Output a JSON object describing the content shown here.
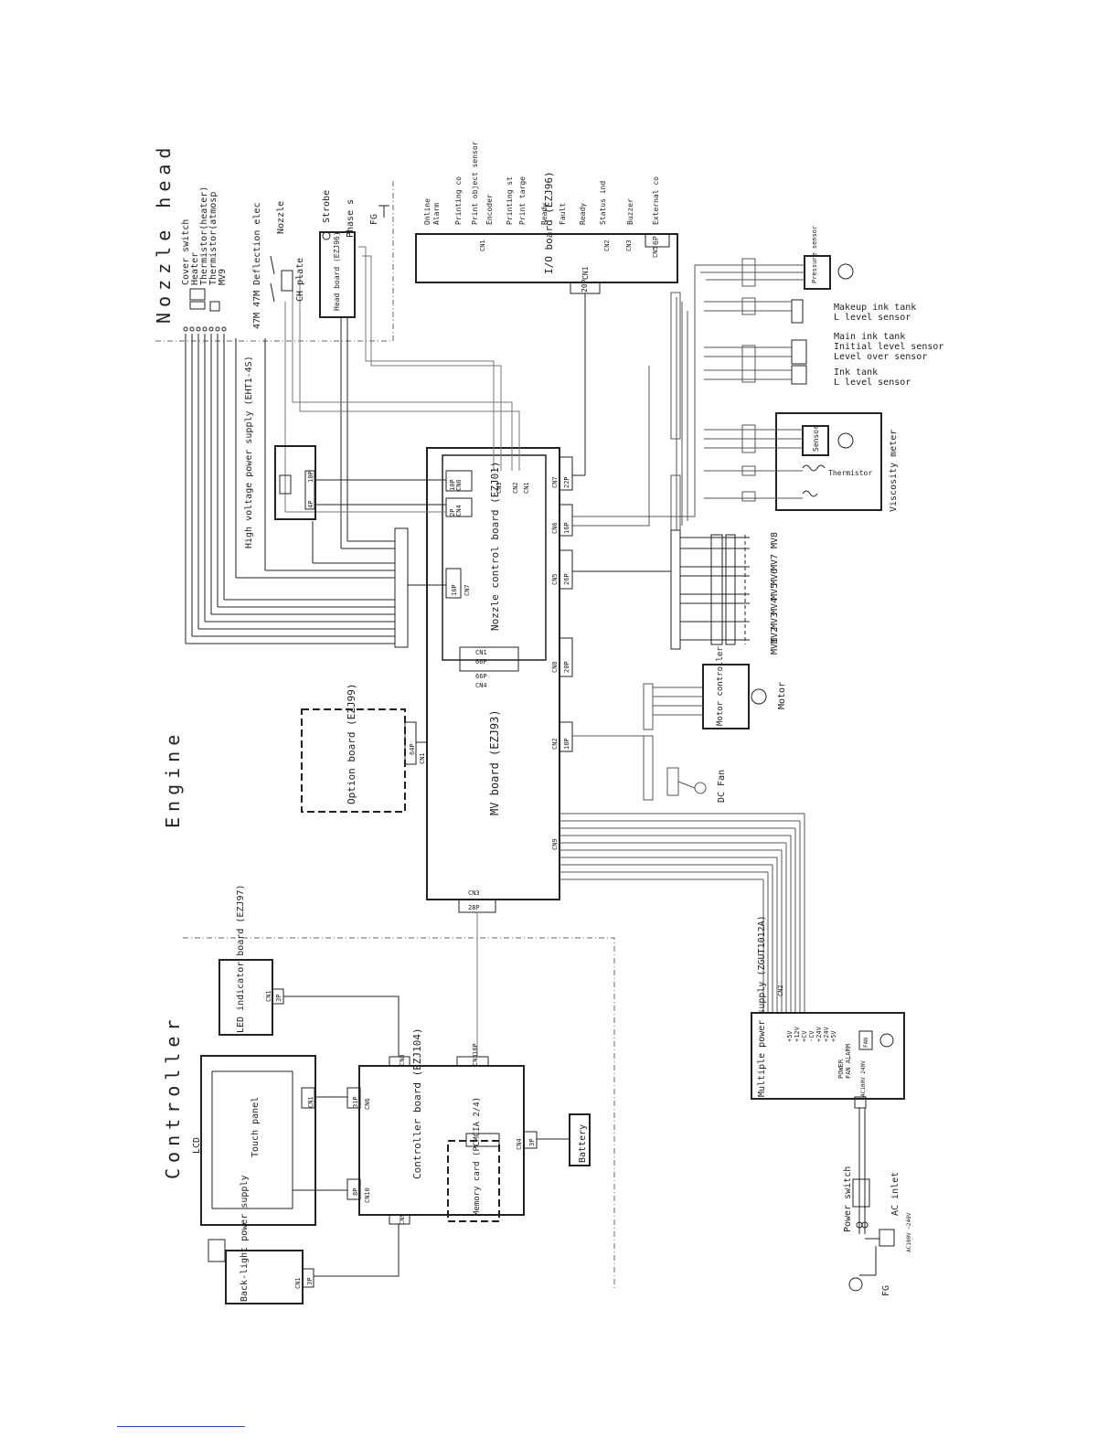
{
  "sections": {
    "nozzle_head": "Nozzle head",
    "engine": "Engine",
    "controller": "Controller"
  },
  "nozzle_head": {
    "items": [
      "Cover switch",
      "Heater",
      "Thermistor(heater)",
      "Thermistor(atmosp",
      "MV9",
      "47M 47M Deflection elec",
      "Nozzle",
      "CH plate",
      "Strobe",
      "Phase s"
    ],
    "head_board": "Head board (EZJ96)",
    "fg": "FG"
  },
  "hv_supply": {
    "label": "High voltage power supply (EHT1-4S)",
    "conn1": "10P",
    "conn2": "4P"
  },
  "io_board": {
    "label": "I/O board (EZJ96)",
    "conn_main": "CN1",
    "conn_main_pins": "20P",
    "signals": [
      "Online",
      "Alarm",
      "Printing co",
      "Print object sensor",
      "Encoder",
      "Printing st",
      "Print targe",
      "Ready",
      "Fault",
      "Ready",
      "Status ind",
      "Buzzer",
      "External co"
    ],
    "connectors": [
      "CN1",
      "CN2",
      "CN3",
      "CN5",
      "6P"
    ]
  },
  "sensors": {
    "pressure": "Pressure sensor",
    "makeup": [
      "Makeup ink tank",
      "L level sensor"
    ],
    "main_tank": [
      "Main ink tank",
      "Initial level sensor",
      "Level over sensor"
    ],
    "ink_tank": [
      "Ink tank",
      "L level sensor"
    ],
    "viscosity": "Viscosity meter",
    "sensor": "Sensor",
    "thermistor": "Thermistor"
  },
  "valves": [
    "MV1",
    "MV2",
    "MV3",
    "MV4",
    "MV5",
    "MV6",
    "MV7",
    "MV8"
  ],
  "motor": {
    "controller": "Motor controller",
    "motor": "Motor",
    "fan": "DC Fan"
  },
  "nozzle_control": {
    "label": "Nozzle control board (EZJ01)",
    "cn6": "CN6",
    "cn4": "CN4",
    "cn7": "CN7",
    "cn1": "CN1",
    "p10": "10P",
    "p2": "2P",
    "p16": "16P",
    "p66": "66P",
    "conns": [
      "CN3",
      "CN2",
      "CN1"
    ]
  },
  "mv_board": {
    "label": "MV board (EZJ93)",
    "cn4": "CN4",
    "cn3": "CN3",
    "cn3_pins": "28P",
    "right": [
      {
        "cn": "CN7",
        "p": "22P"
      },
      {
        "cn": "CN6",
        "p": "16P"
      },
      {
        "cn": "CN5",
        "p": "26P"
      },
      {
        "cn": "CN8",
        "p": "20P"
      },
      {
        "cn": "CN2",
        "p": "18P"
      },
      {
        "cn": "CN9",
        "p": ""
      }
    ]
  },
  "option_board": {
    "label": "Option board (EZJ99)",
    "cn": "CN1",
    "p": "64P"
  },
  "power_supply": {
    "label": "Multiple power supply (ZGUT1012A)",
    "cn": "CN2",
    "outputs": [
      "+5V",
      "+12V",
      "+CV",
      "-CV",
      "+24V",
      "+24V",
      "+5V",
      "POWER",
      "FAN ALARM"
    ],
    "fan": "FAN",
    "ac_label": "AC100V 240V"
  },
  "ac": {
    "power_switch": "Power switch",
    "ac_inlet": "AC inlet",
    "fg": "FG",
    "range": "AC100V ~240V"
  },
  "controller": {
    "lcd": "LCD",
    "touch_panel": "Touch panel",
    "led_board": "LED indicator board (EZJ97)",
    "led_cn": "CN1",
    "led_p": "3P",
    "ctrl_board": "Controller board (EZJ104)",
    "memory_card": "Memory card (PCMCIA 2/4)",
    "battery": "Battery",
    "backlight": "Back-light power supply",
    "backlight_cn": "CN1",
    "backlight_p": "3P",
    "conns": {
      "cn8": "CN8",
      "cn3": "CN3",
      "p18": "18P",
      "cn1": "CN1",
      "p31": "31P",
      "cn10": "CN10",
      "p8": "8P",
      "cn6": "CN6",
      "p3": "3P",
      "cn9": "CN9",
      "cn4": "CN4"
    }
  }
}
